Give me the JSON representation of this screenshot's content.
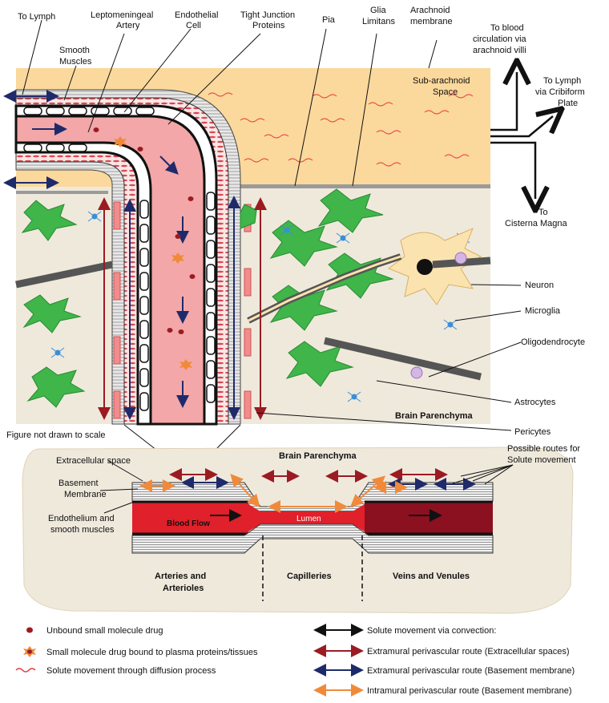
{
  "top_labels": {
    "to_lymph": "To Lymph",
    "smooth_muscles_1": "Smooth",
    "smooth_muscles_2": "Muscles",
    "lepto_1": "Leptomeningeal",
    "lepto_2": "Artery",
    "endo_1": "Endothelial",
    "endo_2": "Cell",
    "tight_1": "Tight Junction",
    "tight_2": "Proteins",
    "pia": "Pia",
    "glia_1": "Glia",
    "glia_2": "Limitans",
    "arach_1": "Arachnoid",
    "arach_2": "membrane",
    "blood_1": "To blood",
    "blood_2": "circulation via",
    "blood_3": "arachnoid villi",
    "lymph_crib_1": "To Lymph",
    "lymph_crib_2": "via Cribiform",
    "lymph_crib_3": "Plate",
    "cisterna_1": "To",
    "cisterna_2": "Cisterna Magna",
    "subarach_1": "Sub-arachnoid",
    "subarach_2": "Space"
  },
  "side_labels": {
    "neuron": "Neuron",
    "microglia": "Microglia",
    "oligo": "Oligodendrocyte",
    "astro": "Astrocytes",
    "brain_parenchyma": "Brain Parenchyma",
    "pericytes": "Pericytes"
  },
  "bottom": {
    "scale_note": "Figure not drawn to scale",
    "brain_parenchyma": "Brain Parenchyma",
    "routes_1": "Possible routes for",
    "routes_2": "Solute movement",
    "extracellular": "Extracellular space",
    "basement_1": "Basement",
    "basement_2": "Membrane",
    "endo_smooth_1": "Endothelium and",
    "endo_smooth_2": "smooth muscles",
    "lumen": "Lumen",
    "blood_flow": "Blood Flow",
    "arteries_1": "Arteries and",
    "arteries_2": "Arterioles",
    "capilleries": "Capilleries",
    "veins": "Veins and Venules"
  },
  "legend": {
    "unbound": "Unbound small molecule drug",
    "bound": "Small molecule drug bound to plasma proteins/tissues",
    "diffusion": "Solute movement through diffusion process",
    "convection": "Solute movement via convection:",
    "extramural_ecs": "Extramural perivascular route (Extracellular spaces)",
    "extramural_bm": "Extramural perivascular route (Basement membrane)",
    "intramural_bm": "Intramural perivascular route (Basement membrane)"
  },
  "colors": {
    "subarachnoid": "#fbd89c",
    "parenchyma": "#efe9dc",
    "astrocyte": "#3fb54a",
    "vessel_lumen": "#f3a7a8",
    "artery_red": "#e0202a",
    "vein_red": "#8b1020",
    "pericyte": "#f28c8c",
    "extramural_ecs": "#9b1b22",
    "extramural_bm": "#1f2a6b",
    "intramural": "#f08a3a",
    "diffusion": "#e8333a",
    "neuron": "#fbe3b0"
  }
}
